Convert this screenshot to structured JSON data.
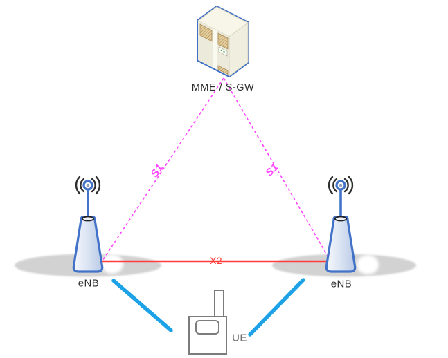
{
  "diagram": {
    "nodes": {
      "mme": {
        "label": "MME / S-GW",
        "type": "core-network-server"
      },
      "enb_left": {
        "label": "eNB",
        "type": "base-station"
      },
      "enb_right": {
        "label": "eNB",
        "type": "base-station"
      },
      "ue": {
        "label": "UE",
        "type": "user-equipment"
      }
    },
    "links": {
      "s1_left": {
        "label": "S1",
        "from": "mme",
        "to": "enb_left",
        "style": "dashed"
      },
      "s1_right": {
        "label": "S1",
        "from": "mme",
        "to": "enb_right",
        "style": "dashed"
      },
      "x2": {
        "label": "X2",
        "from": "enb_left",
        "to": "enb_right",
        "style": "solid"
      },
      "ue_left": {
        "label": "",
        "from": "enb_left",
        "to": "ue",
        "style": "solid"
      },
      "ue_right": {
        "label": "",
        "from": "enb_right",
        "to": "ue",
        "style": "solid"
      }
    },
    "colors": {
      "s1_line": "#ff44ff",
      "x2_line": "#ff3d3d",
      "ue_link": "#1da2e8",
      "node_blue": "#4273c8",
      "coverage": "#d2d2d2",
      "wave_dark": "#2f2f2f",
      "ue_gray": "#7c7c7c",
      "ue_label": "#6f6f6f",
      "node_label": "#2d2d2d"
    }
  }
}
